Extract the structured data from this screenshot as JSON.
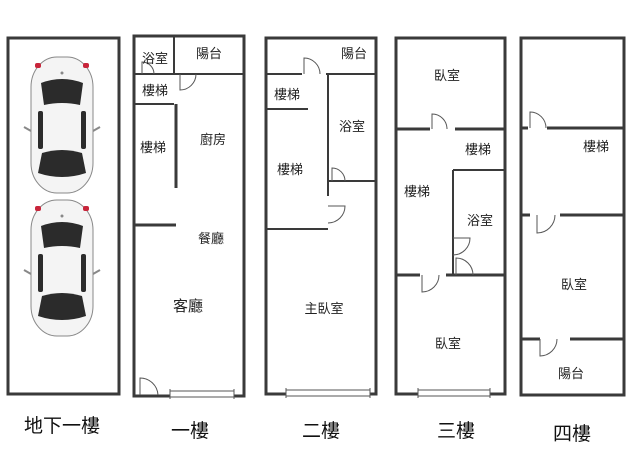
{
  "floors": [
    {
      "name": "地下一樓"
    },
    {
      "name": "一樓",
      "rooms": {
        "bath": "浴室",
        "balcony": "陽台",
        "stairs_a": "樓梯",
        "stairs_b": "樓梯",
        "kitchen": "廚房",
        "dining": "餐廳",
        "living": "客廳"
      }
    },
    {
      "name": "二樓",
      "rooms": {
        "balcony": "陽台",
        "stairs_a": "樓梯",
        "stairs_b": "樓梯",
        "bath": "浴室",
        "master": "主臥室"
      }
    },
    {
      "name": "三樓",
      "rooms": {
        "bedroom_top": "臥室",
        "stairs_a": "樓梯",
        "stairs_b": "樓梯",
        "bath": "浴室",
        "bedroom_bottom": "臥室"
      }
    },
    {
      "name": "四樓",
      "rooms": {
        "stairs": "樓梯",
        "bedroom": "臥室",
        "balcony": "陽台"
      }
    }
  ],
  "colors": {
    "wall": "#3a3a3a",
    "car_glass": "#2b2b2b",
    "car_tail": "#c8253b"
  }
}
